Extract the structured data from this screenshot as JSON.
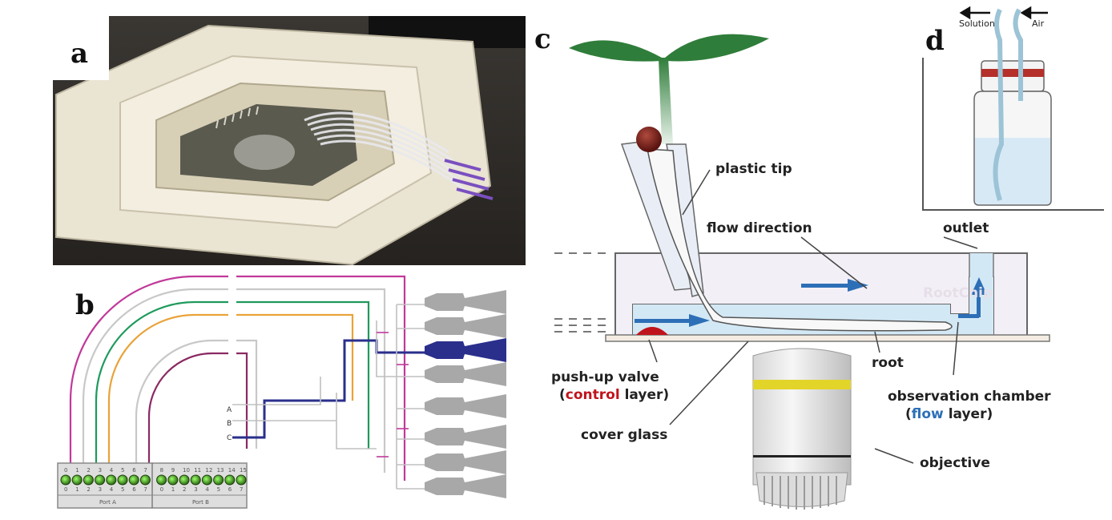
{
  "panels": {
    "a": {
      "letter": "a"
    },
    "b": {
      "letter": "b",
      "controller": {
        "top_numbers": [
          "0",
          "1",
          "2",
          "3",
          "4",
          "5",
          "6",
          "7",
          "8",
          "9",
          "10",
          "11",
          "12",
          "13",
          "14",
          "15"
        ],
        "bottom_numbers": [
          "0",
          "1",
          "2",
          "3",
          "4",
          "5",
          "6",
          "7",
          "0",
          "1",
          "2",
          "3",
          "4",
          "5",
          "6",
          "7"
        ],
        "port_a": "Port A",
        "port_b": "Port B"
      },
      "inlets": [
        "A",
        "B",
        "C"
      ]
    },
    "c": {
      "letter": "c",
      "labels": {
        "plastic_tip": "plastic tip",
        "flow_direction": "flow direction",
        "outlet": "outlet",
        "rootchip": "RootChip",
        "push_up_valve": "push-up valve",
        "control_open": "(",
        "control_word": "control",
        "control_close": " layer)",
        "root": "root",
        "observation_chamber": "observation chamber",
        "flow_open": "(",
        "flow_word": "flow",
        "flow_close": " layer)",
        "cover_glass": "cover glass",
        "objective": "objective"
      }
    },
    "d": {
      "letter": "d",
      "labels": {
        "solution": "Solution",
        "air": "Air"
      }
    }
  },
  "colors": {
    "magenta": "#c0399a",
    "green": "#1e9a5c",
    "orange": "#e8a33a",
    "purple": "#8a2a62",
    "navy": "#2a2f8c",
    "flow_blue": "#2d6fb7",
    "control_red": "#c0141c",
    "leaf_green": "#2f7d3a"
  }
}
